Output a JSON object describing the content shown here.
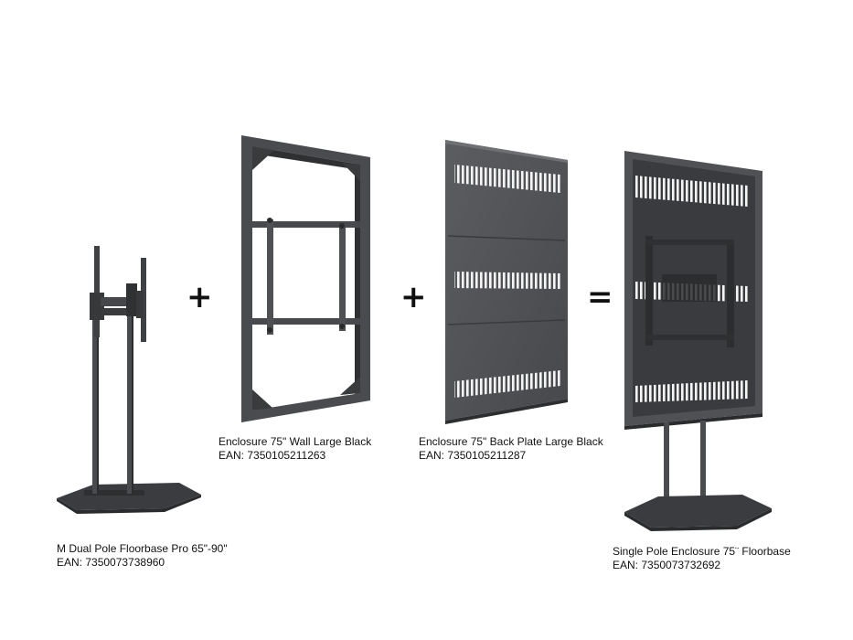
{
  "operators": {
    "plus_1": "+",
    "plus_2": "+",
    "equals": "="
  },
  "products": [
    {
      "name": "M Dual Pole Floorbase Pro 65\"-90\"",
      "ean": "EAN: 7350073738960"
    },
    {
      "name": "Enclosure 75\" Wall Large Black",
      "ean": "EAN: 7350105211263"
    },
    {
      "name": "Enclosure 75\" Back Plate Large Black",
      "ean": "EAN: 7350105211287"
    },
    {
      "name": "Single Pole Enclosure 75¨ Floorbase",
      "ean": "EAN: 7350073732692"
    }
  ],
  "colors": {
    "metal_dark": "#3d3d3f",
    "metal_mid": "#55565a",
    "metal_light": "#6b6c70",
    "slot": "#ffffff"
  }
}
